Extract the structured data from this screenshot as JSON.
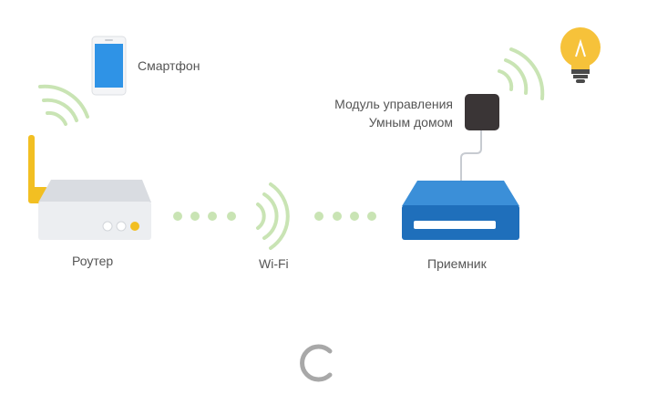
{
  "labels": {
    "smartphone": "Смартфон",
    "router": "Роутер",
    "wifi": "Wi-Fi",
    "receiver": "Приемник",
    "module_line1": "Модуль управления",
    "module_line2": "Умным домом"
  },
  "icons": {
    "smartphone": "smartphone-icon",
    "router": "router-icon",
    "wifi": "wifi-signal-icon",
    "receiver": "receiver-icon",
    "module": "smart-home-module-icon",
    "bulb": "light-bulb-icon",
    "loader": "loading-spinner-icon"
  },
  "colors": {
    "wave": "#c9e4b4",
    "dots": "#c9e4b4",
    "phone_screen": "#2f93e6",
    "router_body": "#e4e6ea",
    "router_antenna": "#f2bf22",
    "receiver_top": "#2f7ec8",
    "receiver_front": "#1f6fbb",
    "module": "#3a3536",
    "bulb": "#f6c23a",
    "spinner": "#a8a8a8"
  }
}
